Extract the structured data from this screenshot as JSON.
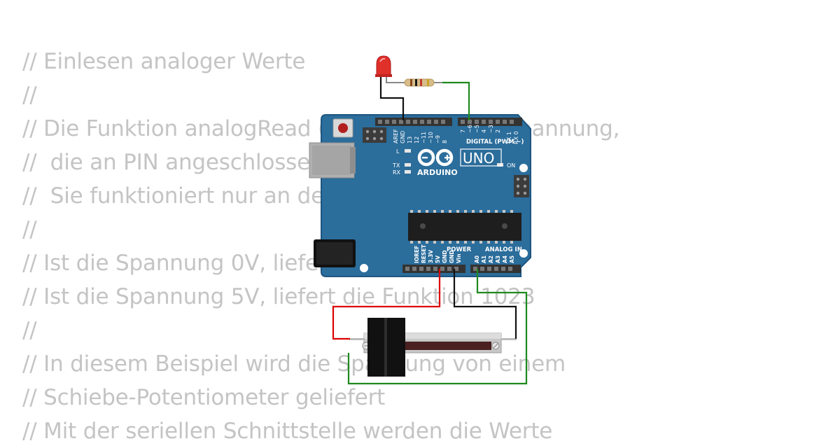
{
  "code": {
    "lines": [
      "// Einlesen analoger Werte",
      "//",
      "// Die Funktion analogRead (        ) liefert die Spannung,",
      "//  die an PIN angeschlossen ist.",
      "//  Sie funktioniert nur an den analogen PINs.",
      "//",
      "// Ist die Spannung 0V, liefert die Funktion 0",
      "// Ist die Spannung 5V, liefert die Funktion 1023",
      "//",
      "// In diesem Beispiel wird die Spannung von einem",
      "// Schiebe-Potentiometer geliefert",
      "// Mit der seriellen Schnittstelle werden die Werte"
    ]
  },
  "board": {
    "brand": "ARDUINO",
    "model": "UNO",
    "digital_label": "DIGITAL (PWM ~)",
    "power_label": "POWER",
    "analog_label": "ANALOG IN",
    "on_label": "ON",
    "led_l": "L",
    "led_tx": "TX",
    "led_rx": "RX",
    "digital_pins": [
      "AREF",
      "GND",
      "13",
      "12",
      "~11",
      "~10",
      "~9",
      "8",
      "7",
      "~6",
      "~5",
      "4",
      "~3",
      "2",
      "TX 1",
      "RX 0"
    ],
    "power_pins": [
      "IOREF",
      "RESET",
      "3.3V",
      "5V",
      "GND",
      "GND",
      "Vin"
    ],
    "analog_pins": [
      "A0",
      "A1",
      "A2",
      "A3",
      "A4",
      "A5"
    ]
  },
  "colors": {
    "board": "#2b6d9b",
    "board_edge": "#1e5580",
    "wire_black": "#111111",
    "wire_green": "#1e8a1e",
    "wire_red": "#dd0000",
    "led": "#e0302a",
    "code_text": "#c4c4c4"
  }
}
